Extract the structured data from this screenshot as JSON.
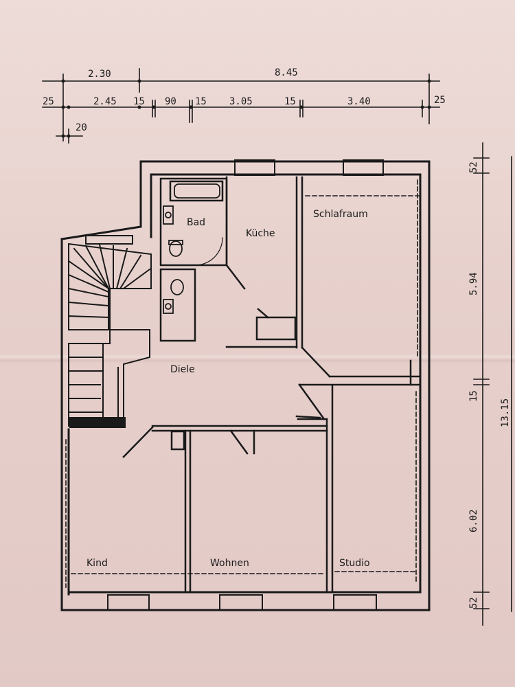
{
  "rooms": {
    "bad": "Bad",
    "kueche": "Küche",
    "schlafraum": "Schlafraum",
    "diele": "Diele",
    "kind": "Kind",
    "wohnen": "Wohnen",
    "studio": "Studio"
  },
  "dimensions_top": {
    "d230": "2.30",
    "d845": "8.45",
    "d25_left": "25",
    "d245": "2.45",
    "d15_a": "15",
    "d90": "90",
    "d15_b": "15",
    "d305": "3.05",
    "d15_c": "15",
    "d340": "3.40",
    "d25_right": "25",
    "d20": "20"
  },
  "dimensions_right": {
    "d52_top": "52",
    "d594": "5.94",
    "d15": "15",
    "d1315": "13.15",
    "d602": "6.02",
    "d52_bottom": "52"
  }
}
